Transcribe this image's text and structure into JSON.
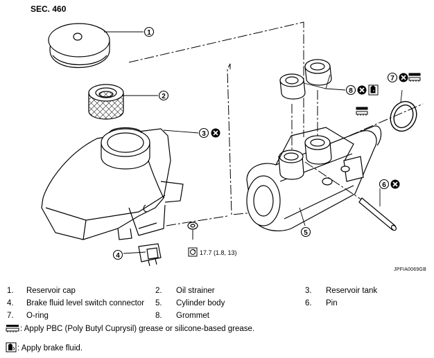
{
  "section": "SEC. 460",
  "figure_id": "JPFIA0069GB",
  "torque": "17.7 (1.8, 13)",
  "callouts": [
    "1",
    "2",
    "3",
    "4",
    "5",
    "6",
    "7",
    "8"
  ],
  "parts": [
    {
      "num": "1.",
      "name": "Reservoir cap"
    },
    {
      "num": "2.",
      "name": "Oil strainer"
    },
    {
      "num": "3.",
      "name": "Reservoir tank"
    },
    {
      "num": "4.",
      "name": "Brake fluid level switch connector"
    },
    {
      "num": "5.",
      "name": "Cylinder body"
    },
    {
      "num": "6.",
      "name": "Pin"
    },
    {
      "num": "7.",
      "name": "O-ring"
    },
    {
      "num": "8.",
      "name": "Grommet"
    }
  ],
  "notes": {
    "grease": ": Apply PBC (Poly Butyl Cuprysil) grease or silicone-based grease.",
    "fluid": ": Apply brake fluid."
  }
}
